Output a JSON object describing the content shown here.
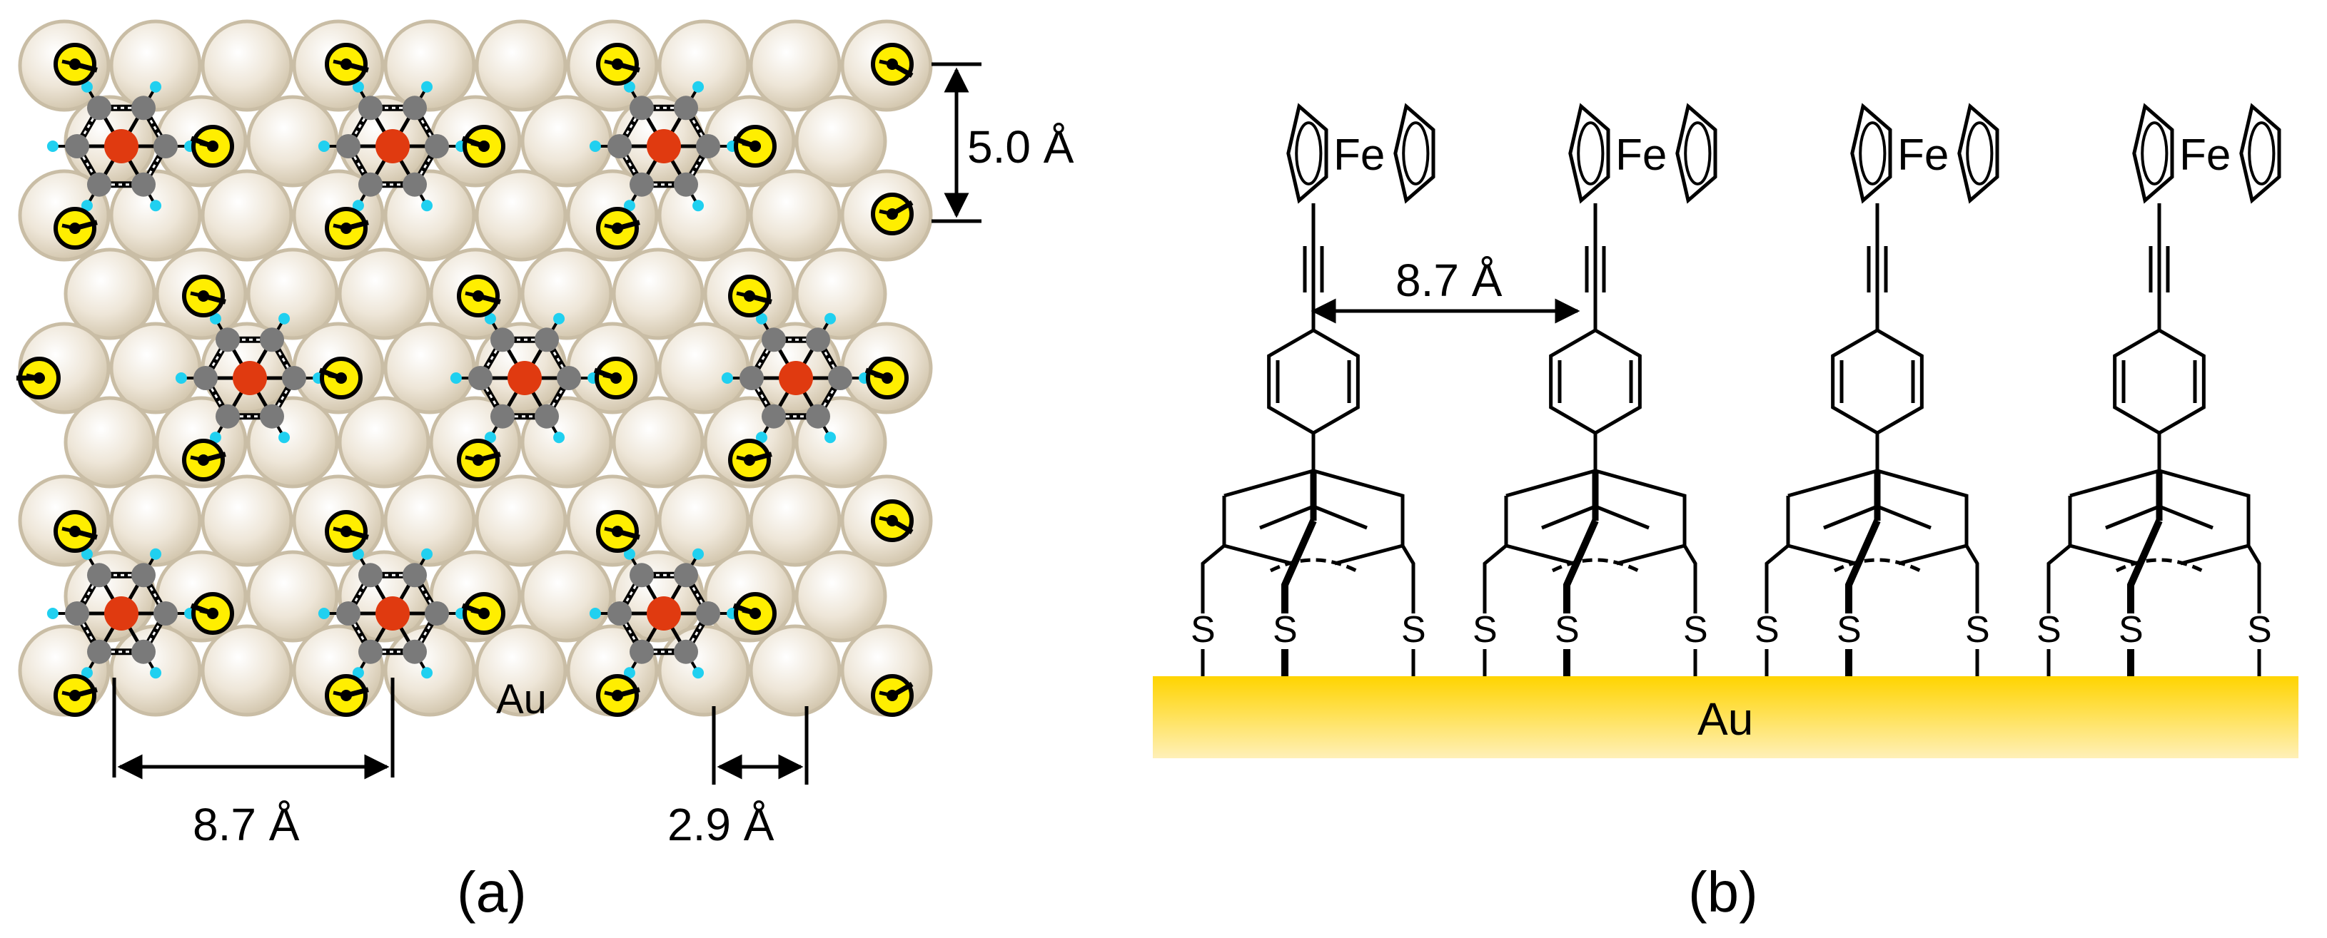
{
  "panel_a": {
    "caption": "(a)",
    "substrate_label": "Au",
    "dim_molecule_spacing": "8.7 Å",
    "dim_row_spacing": "5.0 Å",
    "dim_atom_spacing": "2.9 Å"
  },
  "panel_b": {
    "caption": "(b)",
    "substrate_label": "Au",
    "dim_molecule_spacing": "8.7 Å",
    "iron_label": "Fe",
    "sulfur_label": "S"
  },
  "colors": {
    "gold_atom": "#e6dccb",
    "sulfur": "#ffee00",
    "carbon": "#7a7a7a",
    "hydrogen": "#20d0f0",
    "iron": "#e03a10",
    "gold_top": "#ffd400",
    "gold_bottom": "#fff0b8"
  }
}
